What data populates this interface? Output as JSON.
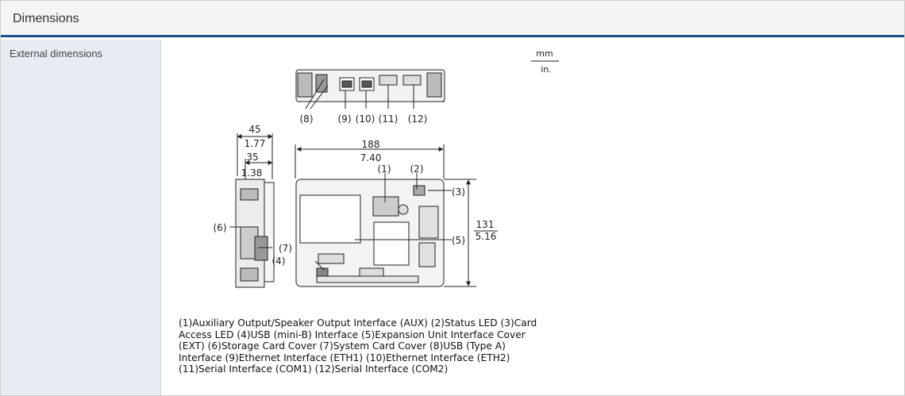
{
  "header": {
    "title": "Dimensions"
  },
  "spec": {
    "label": "External dimensions"
  },
  "units": {
    "primary": "mm",
    "secondary": "in."
  },
  "dims": {
    "side_outer_mm": "45",
    "side_outer_in": "1.77",
    "side_inner_mm": "35",
    "side_inner_in": "1.38",
    "width_mm": "188",
    "width_in": "7.40",
    "height_mm": "131",
    "height_in": "5.16"
  },
  "callouts": {
    "c1": "(1)",
    "c2": "(2)",
    "c3": "(3)",
    "c4": "(4)",
    "c5": "(5)",
    "c6": "(6)",
    "c7": "(7)",
    "c8": "(8)",
    "c9": "(9)",
    "c10": "(10)",
    "c11": "(11)",
    "c12": "(12)"
  },
  "legend": "(1)Auxiliary Output/Speaker Output Interface (AUX) (2)Status LED (3)Card Access LED (4)USB (mini-B) Interface (5)Expansion Unit Interface Cover (EXT) (6)Storage Card Cover (7)System Card Cover (8)USB (Type A) Interface (9)Ethernet Interface (ETH1) (10)Ethernet Interface (ETH2) (11)Serial Interface (COM1) (12)Serial Interface (COM2)"
}
